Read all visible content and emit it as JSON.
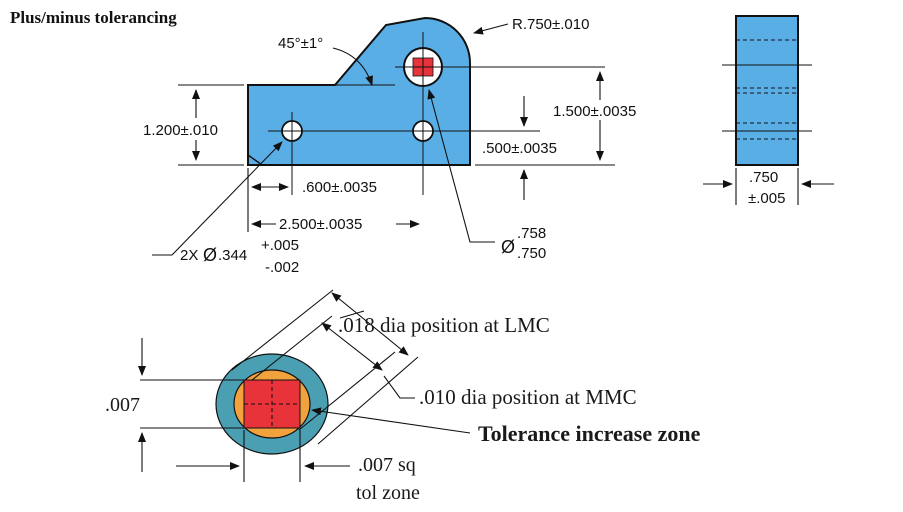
{
  "title": "Plus/minus tolerancing",
  "dims": {
    "radius": "R.750±.010",
    "angle": "45°±1°",
    "height": "1.200±.010",
    "hole_y_top": "1.500±.0035",
    "hole_y_low": ".500±.0035",
    "hole_x1": ".600±.0035",
    "hole_x2": "2.500±.0035",
    "small_hole_prefix": "2X",
    "small_hole_dia": ".344",
    "small_hole_plus": "+.005",
    "small_hole_minus": "-.002",
    "big_hole_upper": ".758",
    "big_hole_lower": ".750",
    "thickness": ".750",
    "thickness_tol": "±.005"
  },
  "zone": {
    "lmc_label": ".018 dia position at LMC",
    "mmc_label": ".010 dia position at MMC",
    "increase_label": "Tolerance increase zone",
    "side_dim": ".007",
    "sq_label_1": ".007 sq",
    "sq_label_2": "tol zone"
  },
  "colors": {
    "part_fill": "#5aaee6",
    "outline": "#111111",
    "hole_red": "#e8333a",
    "zone_teal": "#4aa0b2",
    "zone_orange": "#f2a23c"
  },
  "icons": {
    "diameter": "Ø"
  }
}
